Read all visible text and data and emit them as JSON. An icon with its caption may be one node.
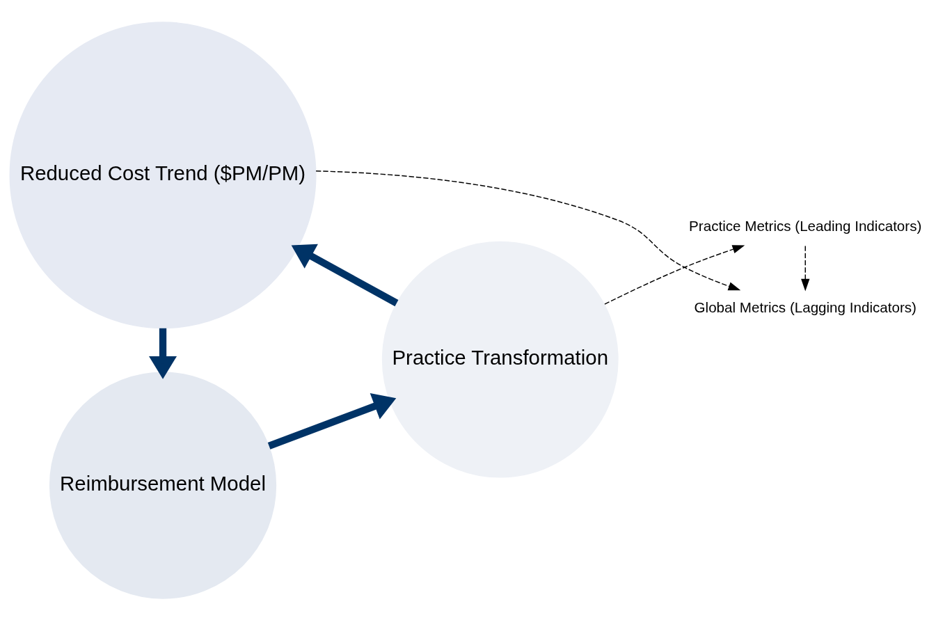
{
  "diagram": {
    "nodes": [
      {
        "text": [
          "Reimbursement Model"
        ]
      },
      {
        "text": [
          "Practice Transformation"
        ]
      },
      {
        "text": [
          "Reduced Cost Trend ($PM/PM)"
        ]
      },
      {
        "text": [
          "Practice Metrics (Leading Indicators)"
        ]
      },
      {
        "text": [
          "Global Metrics (Lagging Indicators)"
        ]
      }
    ],
    "edges": [
      {
        "from": 0,
        "to": 1,
        "arrow": "to",
        "style": "thick"
      },
      {
        "from": 1,
        "to": 2,
        "arrow": "to",
        "style": "thick"
      },
      {
        "from": 2,
        "to": 0,
        "arrow": "to",
        "style": "thick"
      },
      {
        "from": 1,
        "to": 3,
        "arrow": "to",
        "style": "dashed",
        "color": "#000000"
      },
      {
        "from": 3,
        "to": 4,
        "arrow": "to",
        "style": "dashed",
        "color": "#000000"
      },
      {
        "from": 2,
        "to": 4,
        "arrow": "to",
        "style": "dashed",
        "color": "#000000"
      }
    ]
  }
}
